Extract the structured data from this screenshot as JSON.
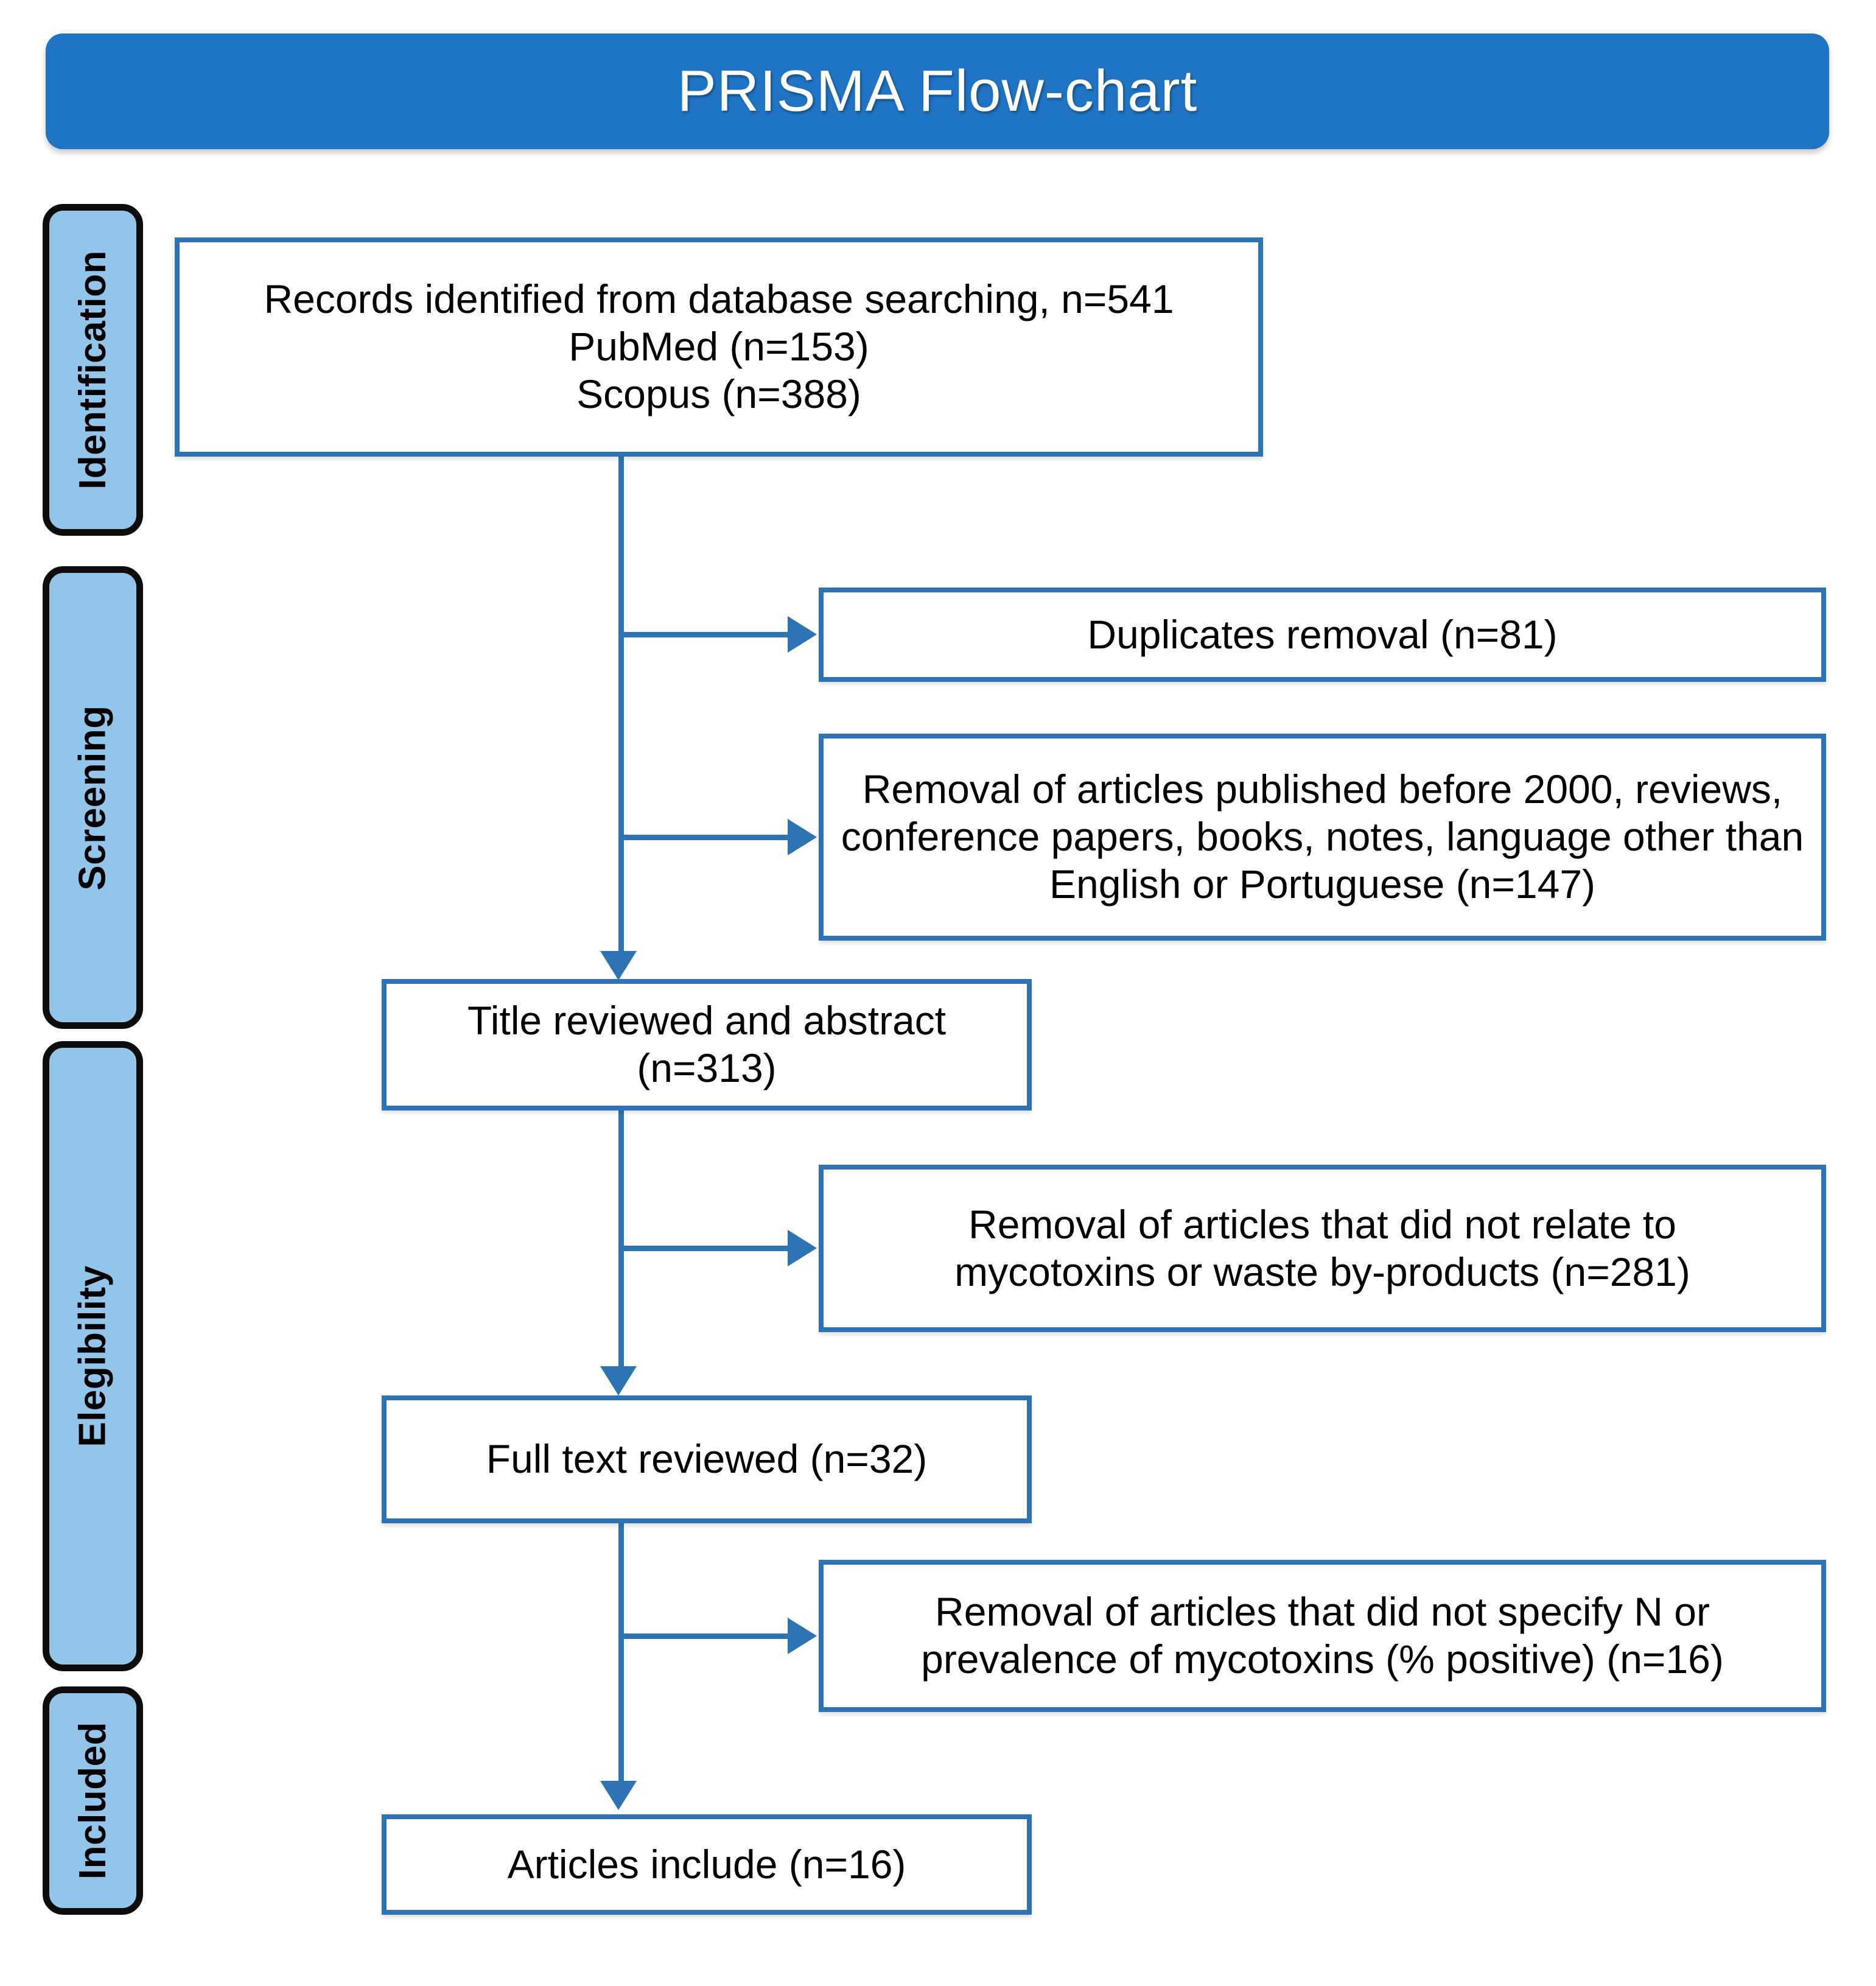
{
  "header": {
    "title": "PRISMA Flow-chart",
    "background_color": "#1F75C4",
    "text_color": "#FFFFFF"
  },
  "theme": {
    "box_border_color": "#2E74B5",
    "box_fill_color": "#FFFFFF",
    "stage_fill_color": "#93C5EB",
    "stage_border_color": "#0D0D0D",
    "connector_color": "#2E74B5"
  },
  "stages": [
    {
      "id": "identification",
      "label": "Identification"
    },
    {
      "id": "screening",
      "label": "Screening"
    },
    {
      "id": "elegibility",
      "label": "Elegibility"
    },
    {
      "id": "included",
      "label": "Included"
    }
  ],
  "boxes": {
    "records": {
      "line1": "Records identified from database searching, n=541",
      "line2": "PubMed (n=153)",
      "line3": "Scopus (n=388)"
    },
    "duplicates": {
      "line1": "Duplicates removal (n=81)"
    },
    "screening_exclusion": {
      "line1": "Removal of articles published before 2000, reviews,",
      "line2": "conference papers, books, notes, language other than",
      "line3": "English or Portuguese (n=147)"
    },
    "title_abstract": {
      "line1": "Title reviewed and abstract",
      "line2": "(n=313)"
    },
    "mycotoxin_exclusion": {
      "line1": "Removal of articles that did not relate to",
      "line2": "mycotoxins or waste by-products (n=281)"
    },
    "full_text": {
      "line1": "Full text reviewed (n=32)"
    },
    "prevalence_exclusion": {
      "line1": "Removal of articles that did not specify N or",
      "line2": "prevalence of mycotoxins (% positive) (n=16)"
    },
    "included": {
      "line1": "Articles include (n=16)"
    }
  },
  "chart_data": {
    "type": "diagram",
    "title": "PRISMA Flow-chart",
    "nodes": [
      {
        "id": "records",
        "stage": "Identification",
        "label": "Records identified from database searching, n=541 / PubMed (n=153) / Scopus (n=388)",
        "n": 541
      },
      {
        "id": "duplicates",
        "stage": "Screening",
        "label": "Duplicates removal (n=81)",
        "n": 81
      },
      {
        "id": "screening_exclusion",
        "stage": "Screening",
        "label": "Removal of articles published before 2000, reviews, conference papers, books, notes, language other than English or Portuguese (n=147)",
        "n": 147
      },
      {
        "id": "title_abstract",
        "stage": "Screening",
        "label": "Title reviewed and abstract (n=313)",
        "n": 313
      },
      {
        "id": "mycotoxin_exclusion",
        "stage": "Elegibility",
        "label": "Removal of articles that did not relate to mycotoxins or waste by-products (n=281)",
        "n": 281
      },
      {
        "id": "full_text",
        "stage": "Elegibility",
        "label": "Full text reviewed (n=32)",
        "n": 32
      },
      {
        "id": "prevalence_exclusion",
        "stage": "Elegibility",
        "label": "Removal of articles that did not specify N or prevalence of mycotoxins (% positive) (n=16)",
        "n": 16
      },
      {
        "id": "included",
        "stage": "Included",
        "label": "Articles include (n=16)",
        "n": 16
      }
    ],
    "edges": [
      {
        "from": "records",
        "to": "duplicates",
        "kind": "exclusion"
      },
      {
        "from": "records",
        "to": "screening_exclusion",
        "kind": "exclusion"
      },
      {
        "from": "records",
        "to": "title_abstract",
        "kind": "flow"
      },
      {
        "from": "title_abstract",
        "to": "mycotoxin_exclusion",
        "kind": "exclusion"
      },
      {
        "from": "title_abstract",
        "to": "full_text",
        "kind": "flow"
      },
      {
        "from": "full_text",
        "to": "prevalence_exclusion",
        "kind": "exclusion"
      },
      {
        "from": "full_text",
        "to": "included",
        "kind": "flow"
      }
    ],
    "sources": [
      {
        "name": "PubMed",
        "n": 153
      },
      {
        "name": "Scopus",
        "n": 388
      }
    ]
  }
}
